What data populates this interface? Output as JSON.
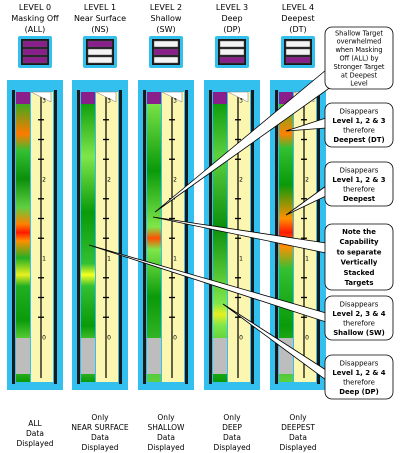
{
  "levels": [
    {
      "title": [
        "LEVEL 0",
        "Masking Off",
        "(ALL)"
      ],
      "caption": [
        "ALL",
        "Data",
        "Displayed"
      ]
    },
    {
      "title": [
        "LEVEL 1",
        "Near Surface",
        "(NS)"
      ],
      "caption": [
        "Only",
        "NEAR SURFACE",
        "Data",
        "Displayed"
      ]
    },
    {
      "title": [
        "LEVEL 2",
        "Shallow",
        "(SW)"
      ],
      "caption": [
        "Only",
        "SHALLOW",
        "Data",
        "Displayed"
      ]
    },
    {
      "title": [
        "LEVEL 3",
        "Deep",
        "(DP)"
      ],
      "caption": [
        "Only",
        "DEEP",
        "Data",
        "Displayed"
      ]
    },
    {
      "title": [
        "LEVEL 4",
        "Deepest",
        "(DT)"
      ],
      "caption": [
        "Only",
        "DEEPEST",
        "Data",
        "Displayed"
      ]
    }
  ],
  "scale_labels": [
    "3",
    "2",
    "1",
    "0"
  ],
  "callouts": [
    {
      "id": "masking-note",
      "lines": [
        "Shallow Target",
        "overwhelmed",
        "when Masking",
        "Off (ALL) by",
        "Stronger Target",
        "at Deepest",
        "Level"
      ],
      "bold": []
    },
    {
      "id": "deepest-dt",
      "lines": [
        "Disappears",
        "Level 1, 2 & 3",
        "therefore",
        "Deepest (DT)"
      ],
      "bold": [
        1,
        3
      ]
    },
    {
      "id": "deepest",
      "lines": [
        "Disappears",
        "Level 1, 2 & 3",
        "therefore",
        "Deepest"
      ],
      "bold": [
        1,
        3
      ]
    },
    {
      "id": "capability",
      "lines": [
        "Note the",
        "Capability",
        "to separate",
        "Vertically",
        "Stacked",
        "Targets"
      ],
      "bold": [
        0,
        1,
        2,
        3,
        4,
        5
      ]
    },
    {
      "id": "shallow",
      "lines": [
        "Disappears",
        "Level 2, 3 & 4",
        "therefore",
        "Shallow (SW)"
      ],
      "bold": [
        1,
        3
      ]
    },
    {
      "id": "deep",
      "lines": [
        "Disappears",
        "Level 1, 2 & 4",
        "therefore",
        "Deep (DP)"
      ],
      "bold": [
        1,
        3
      ]
    }
  ],
  "colors": {
    "frame": "#33c0ee",
    "rail": "#1a1a1a",
    "scale_bg": "#fbf6b0",
    "top_band": "#8a1f8c",
    "bottom_band": "#bdbdbd",
    "green_dark": "#0a9a0a",
    "green_light": "#7fe64a",
    "target_red": "#ff2200",
    "target_yellow": "#fff000",
    "icon_bars": "#8a1f8c"
  },
  "icon_bar_fill": [
    [
      true,
      true,
      true
    ],
    [
      true,
      false,
      false
    ],
    [
      false,
      true,
      false
    ],
    [
      false,
      false,
      true
    ],
    [
      false,
      false,
      true
    ]
  ]
}
